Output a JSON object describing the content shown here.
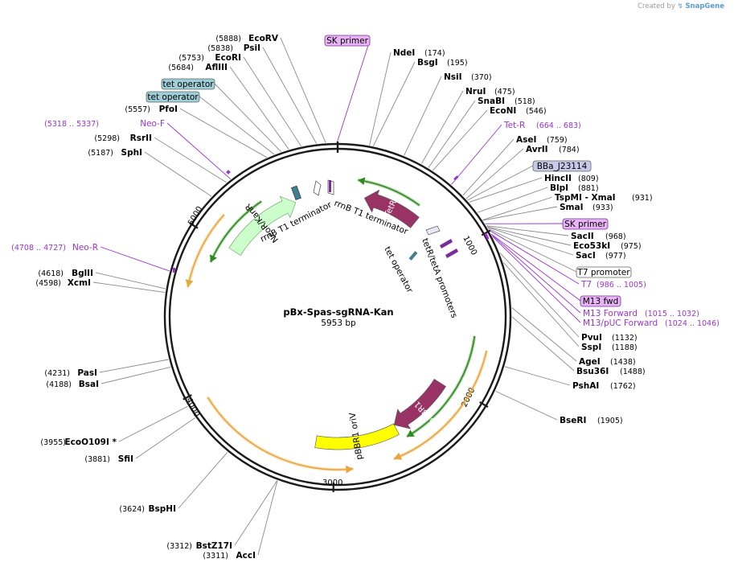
{
  "credit": {
    "created_by": "Created by",
    "brand": "SnapGene"
  },
  "plasmid": {
    "name": "pBx-Spas-sgRNA-Kan",
    "size_label": "5953 bp",
    "length": 5953
  },
  "tick_labels": [
    "1000",
    "2000",
    "3000",
    "4000",
    "5000"
  ],
  "sites": [
    {
      "name": "EcoRV",
      "pos": "(5888)",
      "at": 5888
    },
    {
      "name": "PsiI",
      "pos": "(5838)",
      "at": 5838
    },
    {
      "name": "EcoRI",
      "pos": "(5753)",
      "at": 5753
    },
    {
      "name": "AflIII",
      "pos": "(5684)",
      "at": 5684
    },
    {
      "name": "PfoI",
      "pos": "(5557)",
      "at": 5557
    },
    {
      "name": "RsrII",
      "pos": "(5298)",
      "at": 5298
    },
    {
      "name": "SphI",
      "pos": "(5187)",
      "at": 5187
    },
    {
      "name": "BglII",
      "pos": "(4618)",
      "at": 4618
    },
    {
      "name": "XcmI",
      "pos": "(4598)",
      "at": 4598
    },
    {
      "name": "PasI",
      "pos": "(4231)",
      "at": 4231
    },
    {
      "name": "BsaI",
      "pos": "(4188)",
      "at": 4188
    },
    {
      "name": "EcoO109I",
      "pos": "(3955)",
      "at": 3955,
      "mark": "*"
    },
    {
      "name": "SfiI",
      "pos": "(3881)",
      "at": 3881
    },
    {
      "name": "BspHI",
      "pos": "(3624)",
      "at": 3624
    },
    {
      "name": "BstZ17I",
      "pos": "(3312)",
      "at": 3312
    },
    {
      "name": "AccI",
      "pos": "(3311)",
      "at": 3311
    },
    {
      "name": "NdeI",
      "pos": "(174)",
      "at": 174
    },
    {
      "name": "BsgI",
      "pos": "(195)",
      "at": 195
    },
    {
      "name": "NsiI",
      "pos": "(370)",
      "at": 370
    },
    {
      "name": "NruI",
      "pos": "(475)",
      "at": 475
    },
    {
      "name": "SnaBI",
      "pos": "(518)",
      "at": 518
    },
    {
      "name": "EcoNI",
      "pos": "(546)",
      "at": 546
    },
    {
      "name": "AseI",
      "pos": "(759)",
      "at": 759
    },
    {
      "name": "AvrII",
      "pos": "(784)",
      "at": 784
    },
    {
      "name": "HincII",
      "pos": "(809)",
      "at": 809
    },
    {
      "name": "BlpI",
      "pos": "(881)",
      "at": 881
    },
    {
      "name": "TspMI - XmaI",
      "pos": "(931)",
      "at": 931
    },
    {
      "name": "SmaI",
      "pos": "(933)",
      "at": 933
    },
    {
      "name": "SacII",
      "pos": "(968)",
      "at": 968
    },
    {
      "name": "Eco53kI",
      "pos": "(975)",
      "at": 975
    },
    {
      "name": "SacI",
      "pos": "(977)",
      "at": 977
    },
    {
      "name": "PvuI",
      "pos": "(1132)",
      "at": 1132
    },
    {
      "name": "SspI",
      "pos": "(1188)",
      "at": 1188
    },
    {
      "name": "AgeI",
      "pos": "(1438)",
      "at": 1438
    },
    {
      "name": "Bsu36I",
      "pos": "(1488)",
      "at": 1488
    },
    {
      "name": "PshAI",
      "pos": "(1762)",
      "at": 1762
    },
    {
      "name": "BseRI",
      "pos": "(1905)",
      "at": 1905
    }
  ],
  "primers": [
    {
      "name": "Neo-F",
      "pos": "(5318 .. 5337)",
      "at": 5327
    },
    {
      "name": "Neo-R",
      "pos": "(4708 .. 4727)",
      "at": 4717
    },
    {
      "name": "Tet-R",
      "pos": "(664 .. 683)",
      "at": 673
    },
    {
      "name": "T7",
      "pos": "(986 .. 1005)",
      "at": 995
    },
    {
      "name": "M13 Forward",
      "pos": "(1015 .. 1032)",
      "at": 1023
    },
    {
      "name": "M13/pUC Forward",
      "pos": "(1024 .. 1046)",
      "at": 1035
    }
  ],
  "boxed_labels": [
    {
      "text": "SK primer",
      "kind": "primer",
      "at": 5950
    },
    {
      "text": "tet operator",
      "kind": "operator",
      "at": 5640
    },
    {
      "text": "tet operator",
      "kind": "operator",
      "at": 5600
    },
    {
      "text": "BBa_J23114",
      "kind": "promoter",
      "at": 795
    },
    {
      "text": "SK primer",
      "kind": "primer",
      "at": 955
    },
    {
      "text": "T7 promoter",
      "kind": "plain",
      "at": 985
    },
    {
      "text": "M13 fwd",
      "kind": "primer",
      "at": 1020
    }
  ],
  "features": [
    {
      "name": "TetR",
      "color": "#993366",
      "from": 210,
      "to": 650,
      "dir": "ccw"
    },
    {
      "name": "pBBR1 Rep",
      "color": "#993366",
      "from": 2030,
      "to": 2520,
      "dir": "cw"
    },
    {
      "name": "pBBR1 oriV",
      "color": "#ffff00",
      "from": 2520,
      "to": 3140,
      "dir": "none"
    },
    {
      "name": "NeoR/KanR",
      "color": "#ccffcc",
      "from": 5000,
      "to": 5620,
      "dir": "cw"
    }
  ],
  "feature_labels": [
    "rrnB T1 terminator",
    "rrnB T1 terminator",
    "tetR/tetA promoters",
    "tet operator"
  ],
  "colors": {
    "backbone": "#1a1a1a",
    "cds_dark": "#993366",
    "cds_light": "#ccffcc",
    "ori": "#ffff00",
    "orf_orange": "#e8a73c",
    "orf_green": "#2e8b1e",
    "primer_box": "#e8b4f5",
    "operator_box": "#9ecfd8",
    "promoter_box": "#c8c8e8",
    "primer_text": "#9c32d6"
  }
}
